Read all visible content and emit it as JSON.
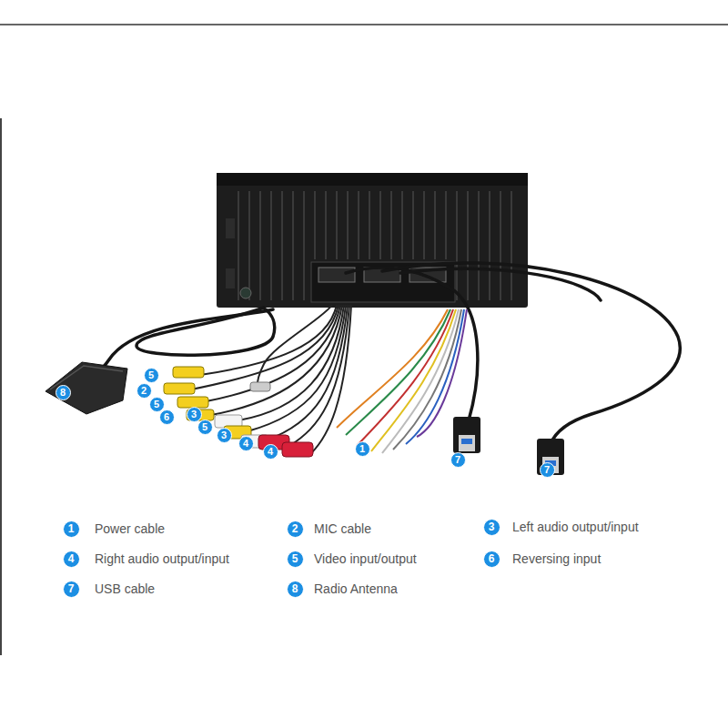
{
  "diagram": {
    "labels": [
      "5",
      "2",
      "5",
      "6",
      "3",
      "5",
      "3",
      "4",
      "4",
      "1",
      "7",
      "7",
      "8",
      "1",
      "2",
      "3",
      "4",
      "5",
      "6",
      "7",
      "8"
    ],
    "legend": [
      {
        "text": "Power cable"
      },
      {
        "text": "MIC cable"
      },
      {
        "text": "Left audio output/input"
      },
      {
        "text": "Right audio output/input"
      },
      {
        "text": "Video input/output"
      },
      {
        "text": "Reversing input"
      },
      {
        "text": "USB cable"
      },
      {
        "text": "Radio Antenna"
      }
    ]
  }
}
